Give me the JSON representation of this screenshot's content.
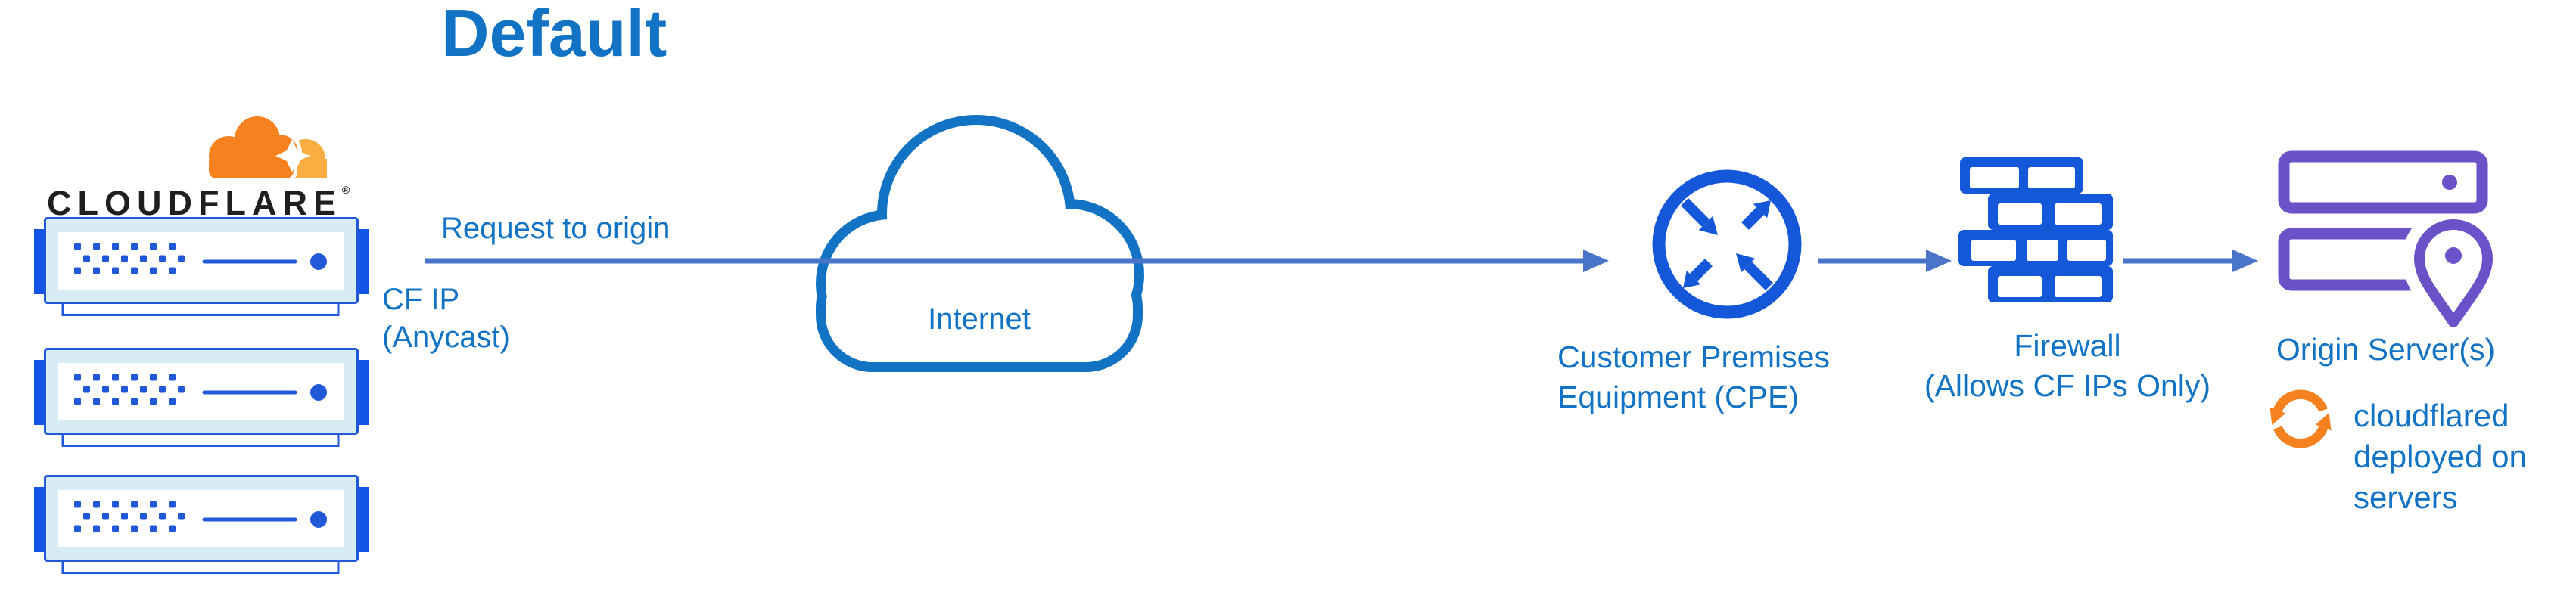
{
  "title": "Default",
  "cloudflare": {
    "wordmark": "CLOUDFLARE",
    "registered": "®"
  },
  "labels": {
    "request": "Request to origin",
    "cf_ip": {
      "line1": "CF IP",
      "line2": "(Anycast)"
    },
    "internet": "Internet",
    "cpe": {
      "line1": "Customer Premises",
      "line2": "Equipment (CPE)"
    },
    "firewall": {
      "line1": "Firewall",
      "line2": "(Allows CF IPs Only)"
    },
    "origin": "Origin Server(s)",
    "cloudflared": {
      "line1": "cloudflared",
      "line2": "deployed on",
      "line3": "servers"
    }
  },
  "icons": {
    "cloudflare_logo": "cloudflare-cloud-icon",
    "edge_server": "server-rack-icon",
    "internet": "cloud-outline-icon",
    "cpe": "router-crossed-arrows-icon",
    "firewall": "brick-wall-icon",
    "origin": "server-stack-location-pin-icon",
    "cloudflared": "sync-arrows-icon",
    "flow": "arrow-right-icon"
  },
  "colors": {
    "accent_blue": "#1273c5",
    "arrow_blue": "#4a74c8",
    "icon_blue": "#1457d8",
    "server_stroke": "#2158d8",
    "server_fill": "#d7ecf5",
    "server_tab": "#1353e8",
    "purple": "#6b52c8",
    "orange": "#f6821f",
    "orange_light": "#fbad41",
    "wordmark_black": "#1d1f20"
  }
}
